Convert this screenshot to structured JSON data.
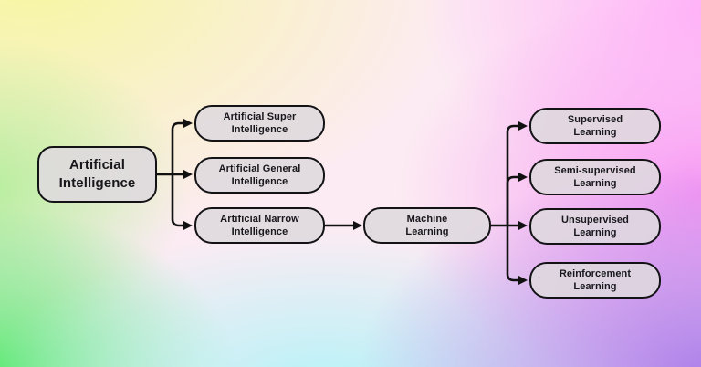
{
  "diagram": {
    "nodes": {
      "ai": {
        "line1": "Artificial",
        "line2": "Intelligence"
      },
      "asi": {
        "line1": "Artificial Super",
        "line2": "Intelligence"
      },
      "agi": {
        "line1": "Artificial General",
        "line2": "Intelligence"
      },
      "ani": {
        "line1": "Artificial Narrow",
        "line2": "Intelligence"
      },
      "ml": {
        "line1": "Machine",
        "line2": "Learning"
      },
      "sl": {
        "line1": "Supervised",
        "line2": "Learning"
      },
      "ssl": {
        "line1": "Semi-supervised",
        "line2": "Learning"
      },
      "ul": {
        "line1": "Unsupervised",
        "line2": "Learning"
      },
      "rl": {
        "line1": "Reinforcement",
        "line2": "Learning"
      }
    },
    "colors": {
      "node_fill": "#dedade",
      "node_border": "#131316",
      "text": "#17171c",
      "connector": "#111111",
      "bg_yellow_top_left": "#f6f79e",
      "bg_green_bottom_left": "#50e968",
      "bg_cyan_bottom_center": "#b2f3f8",
      "bg_pink_top_right": "#ffacf8",
      "bg_magenta_right": "#f68cf3",
      "bg_purple_bottom_right": "#a87ae9"
    }
  }
}
